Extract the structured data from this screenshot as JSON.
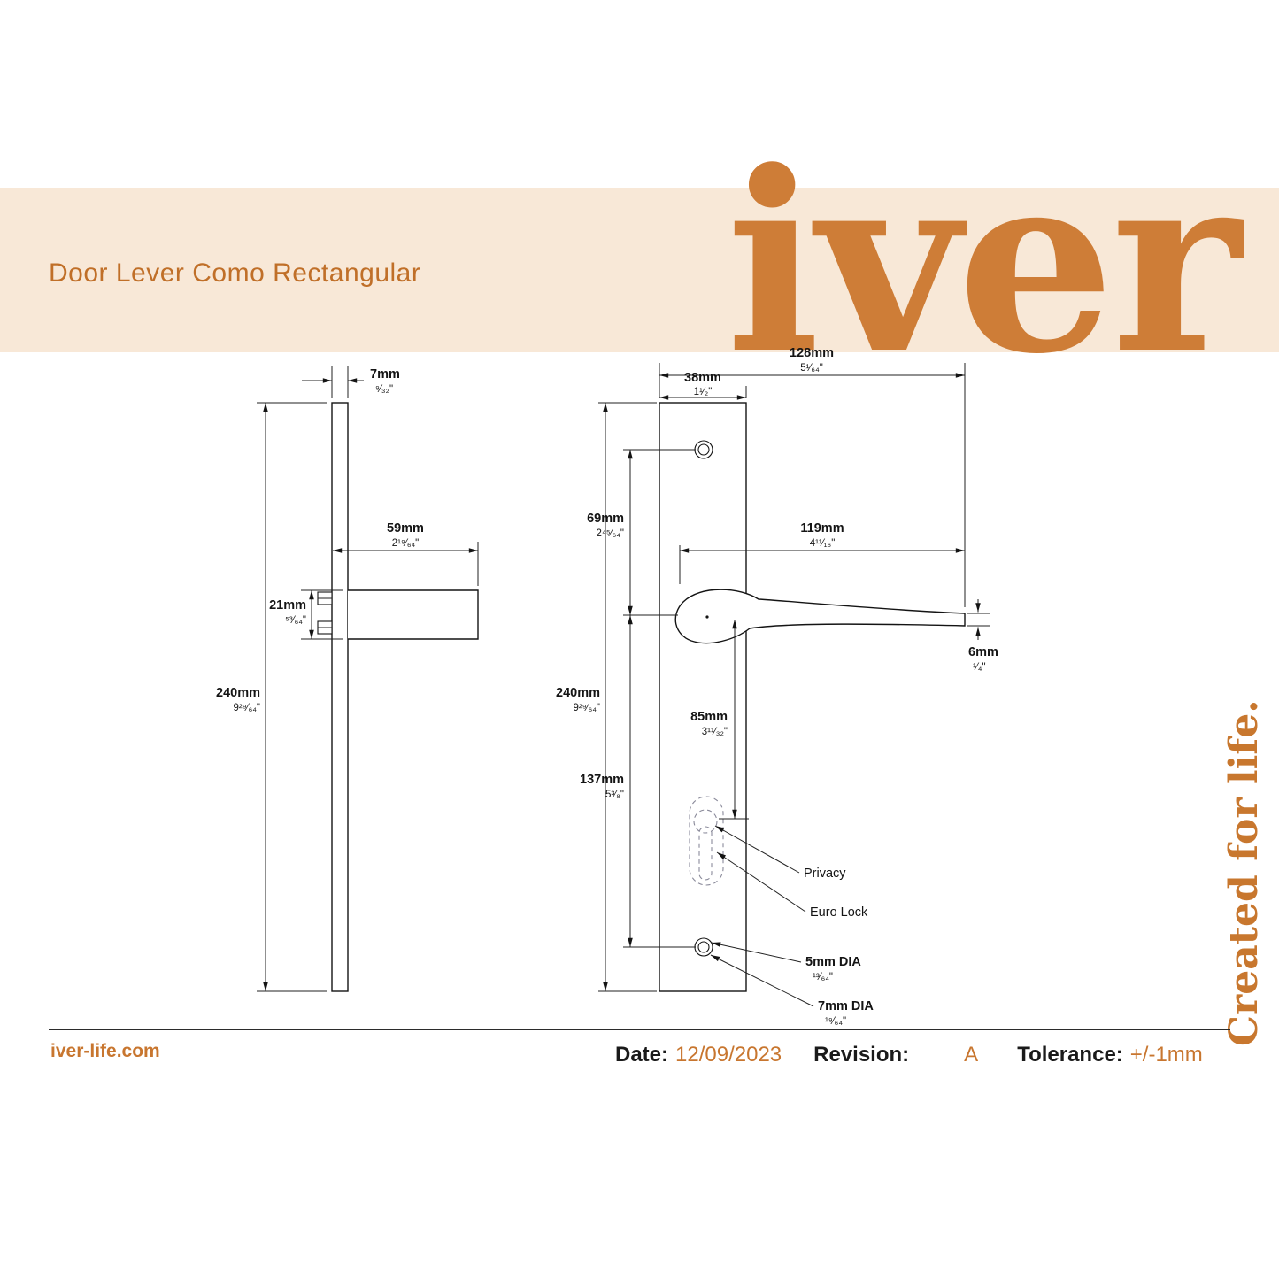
{
  "banner": {
    "title": "Door Lever Como Rectangular",
    "logo": "iver"
  },
  "tagline": "Created for life.",
  "side": {
    "d7": {
      "mm": "7mm",
      "in": "⁹⁄₃₂\""
    },
    "d59": {
      "mm": "59mm",
      "in": "2¹⁹⁄₆₄\""
    },
    "d21": {
      "mm": "21mm",
      "in": "⁵³⁄₆₄\""
    },
    "d240": {
      "mm": "240mm",
      "in": "9²⁹⁄₆₄\""
    }
  },
  "front": {
    "d128": {
      "mm": "128mm",
      "in": "5¹⁄₆₄\""
    },
    "d38": {
      "mm": "38mm",
      "in": "1¹⁄₂\""
    },
    "d69": {
      "mm": "69mm",
      "in": "2⁴⁵⁄₆₄\""
    },
    "d119": {
      "mm": "119mm",
      "in": "4¹¹⁄₁₆\""
    },
    "d240": {
      "mm": "240mm",
      "in": "9²⁹⁄₆₄\""
    },
    "d85": {
      "mm": "85mm",
      "in": "3¹¹⁄₃₂\""
    },
    "d137": {
      "mm": "137mm",
      "in": "5³⁄₈\""
    },
    "d6": {
      "mm": "6mm",
      "in": "¹⁄₄\""
    },
    "privacy": "Privacy",
    "euro": "Euro Lock",
    "dia5mm": "5mm DIA",
    "dia5in": "¹³⁄₆₄\"",
    "dia7mm": "7mm DIA",
    "dia7in": "¹⁹⁄₆₄\""
  },
  "footer": {
    "site": "iver-life.com",
    "date_label": "Date:",
    "date": "12/09/2023",
    "rev_label": "Revision:",
    "rev": "A",
    "tol_label": "Tolerance:",
    "tol": "+/-1mm"
  },
  "colors": {
    "accent": "#C8762F",
    "banner_bg": "#F8E8D7",
    "line": "#141414"
  }
}
